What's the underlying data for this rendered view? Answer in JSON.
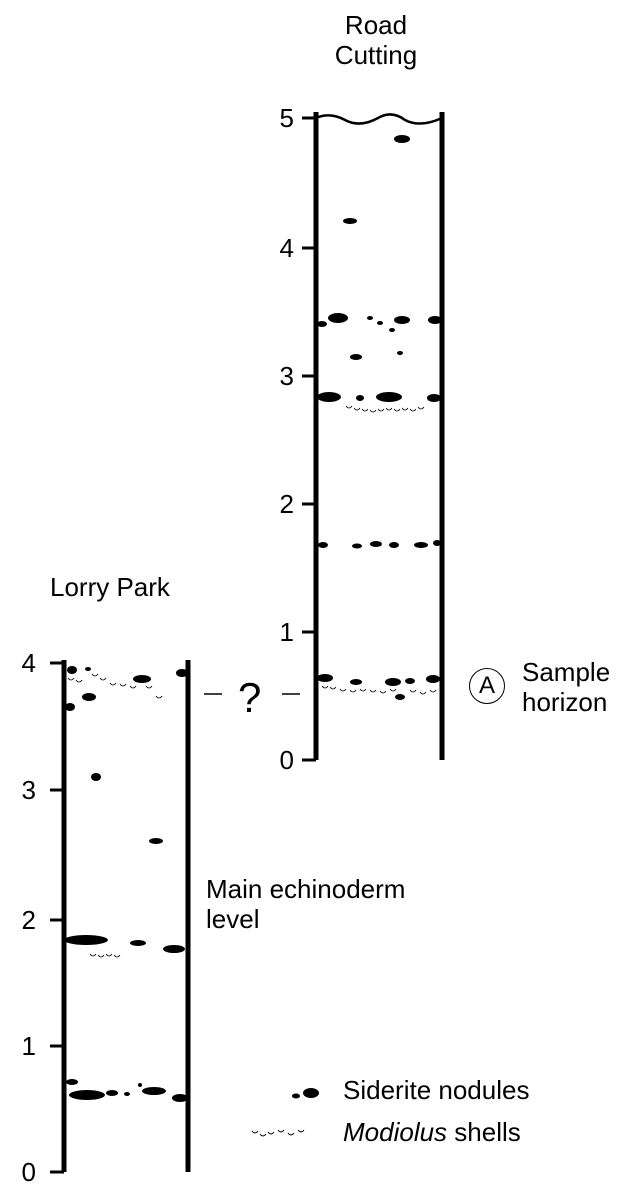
{
  "sections": {
    "road_cutting": {
      "title_line1": "Road",
      "title_line2": "Cutting",
      "ticks": [
        "0",
        "1",
        "2",
        "3",
        "4",
        "5"
      ]
    },
    "lorry_park": {
      "title": "Lorry Park",
      "ticks": [
        "0",
        "1",
        "2",
        "3",
        "4"
      ]
    }
  },
  "annotations": {
    "correlation_mark": "?",
    "sample_marker": "A",
    "sample_line1": "Sample",
    "sample_line2": "horizon",
    "echinoderm_line1": "Main echinoderm",
    "echinoderm_line2": "level"
  },
  "legend": {
    "siderite": "Siderite nodules",
    "modiolus_italic": "Modiolus",
    "modiolus_rest": " shells"
  },
  "colors": {
    "ink": "#000000",
    "background": "#ffffff"
  }
}
